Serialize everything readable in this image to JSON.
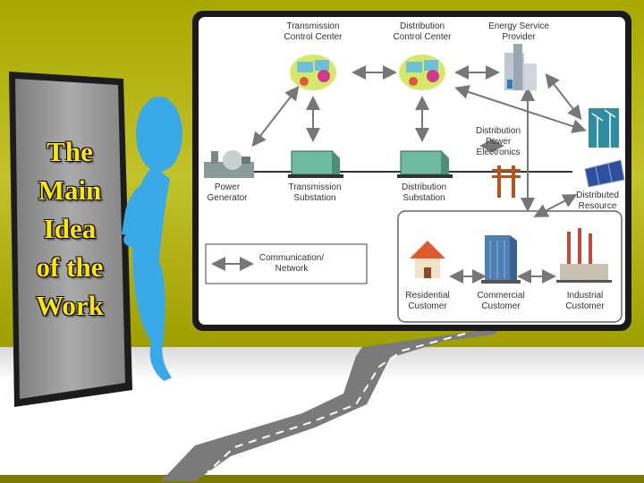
{
  "slide": {
    "sign_lines": [
      "The",
      "Main",
      "Idea",
      "of the",
      "Work"
    ],
    "colors": {
      "background_top": "#b5b50a",
      "background_bottom": "#ffffff",
      "road": "#7a7a7a",
      "figure": "#3aa9e8",
      "sign_board": "#9b9b9b",
      "sign_text": "#ffe600",
      "diagram_link": "#777777",
      "diagram_wire": "#333333"
    }
  },
  "diagram": {
    "nodes": {
      "transmission_control": [
        "Transmission",
        "Control Center"
      ],
      "distribution_control": [
        "Distribution",
        "Control Center"
      ],
      "energy_service": [
        "Energy Service",
        "Provider"
      ],
      "power_generator": [
        "Power",
        "Generator"
      ],
      "transmission_substation": [
        "Transmission",
        "Substation"
      ],
      "distribution_substation": [
        "Distribution",
        "Substation"
      ],
      "power_electronics": [
        "Distribution",
        "Power",
        "Electronics"
      ],
      "distributed_resource": [
        "Distributed",
        "Resource"
      ],
      "residential": [
        "Residential",
        "Customer"
      ],
      "commercial": [
        "Commercial",
        "Customer"
      ],
      "industrial": [
        "Industrial",
        "Customer"
      ]
    },
    "legend": [
      "Communication/",
      "Network"
    ]
  }
}
